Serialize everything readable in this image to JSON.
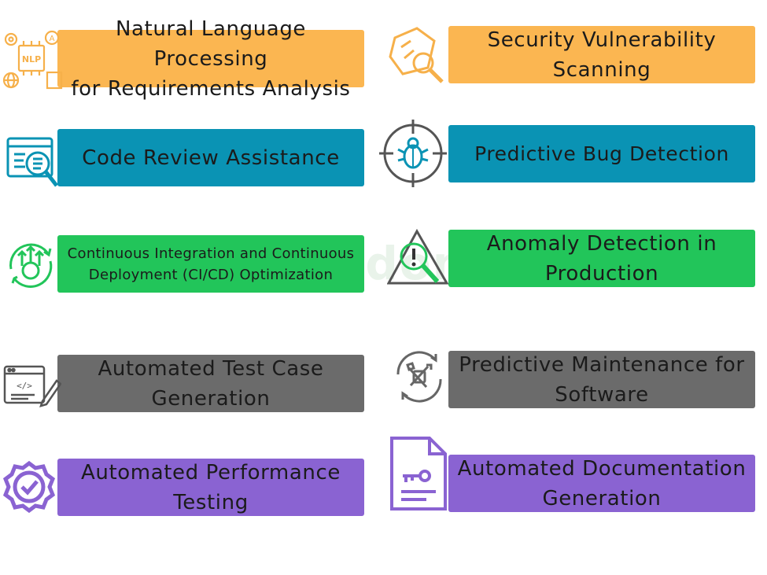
{
  "watermark": "Wisdomates",
  "colors": {
    "orange": "#fbb651",
    "blue": "#0a93b4",
    "green": "#22c55a",
    "gray": "#6b6b6b",
    "purple": "#8a63d2"
  },
  "items": [
    {
      "label": "Natural Language Processing\nfor Requirements Analysis",
      "icon": "nlp-icon",
      "color": "orange"
    },
    {
      "label": "Security Vulnerability\nScanning",
      "icon": "security-scan-icon",
      "color": "orange"
    },
    {
      "label": "Code Review Assistance",
      "icon": "code-review-icon",
      "color": "blue"
    },
    {
      "label": "Predictive Bug Detection",
      "icon": "bug-target-icon",
      "color": "blue"
    },
    {
      "label": "Continuous Integration and Continuous\nDeployment (CI/CD) Optimization",
      "icon": "cicd-gear-icon",
      "color": "green"
    },
    {
      "label": "Anomaly Detection in\nProduction",
      "icon": "warning-search-icon",
      "color": "green"
    },
    {
      "label": "Automated Test Case\nGeneration",
      "icon": "code-pencil-icon",
      "color": "gray"
    },
    {
      "label": "Predictive Maintenance for\nSoftware",
      "icon": "maintenance-tools-icon",
      "color": "gray"
    },
    {
      "label": "Automated Performance\nTesting",
      "icon": "check-badge-icon",
      "color": "purple"
    },
    {
      "label": "Automated Documentation\nGeneration",
      "icon": "document-key-icon",
      "color": "purple"
    }
  ]
}
